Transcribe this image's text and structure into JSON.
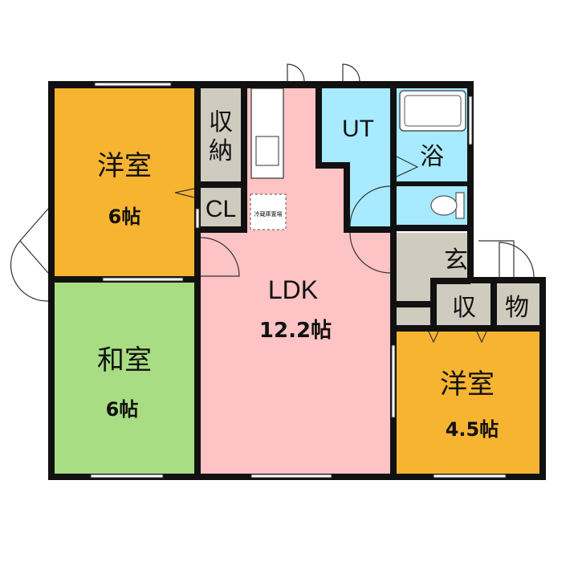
{
  "colors": {
    "western": "#f7b431",
    "japanese": "#a8dd84",
    "ldk": "#fec3c5",
    "water": "#a8eaff",
    "storage": "#cfcbbf",
    "wall": "#111111"
  },
  "rooms": {
    "western1": {
      "name": "洋室",
      "size": "6帖"
    },
    "storage1": {
      "name": "収\n納"
    },
    "closet": {
      "name": "CL"
    },
    "fridge_note": {
      "name": "冷蔵庫置場"
    },
    "ldk": {
      "name": "LDK",
      "size": "12.2帖"
    },
    "utility": {
      "name": "UT"
    },
    "bath": {
      "name": "浴"
    },
    "entrance": {
      "name": "玄"
    },
    "japanese": {
      "name": "和室",
      "size": "6帖"
    },
    "western2": {
      "name": "洋室",
      "size": "4.5帖"
    },
    "storage2": {
      "name": "収"
    },
    "storage3": {
      "name": "物"
    }
  }
}
